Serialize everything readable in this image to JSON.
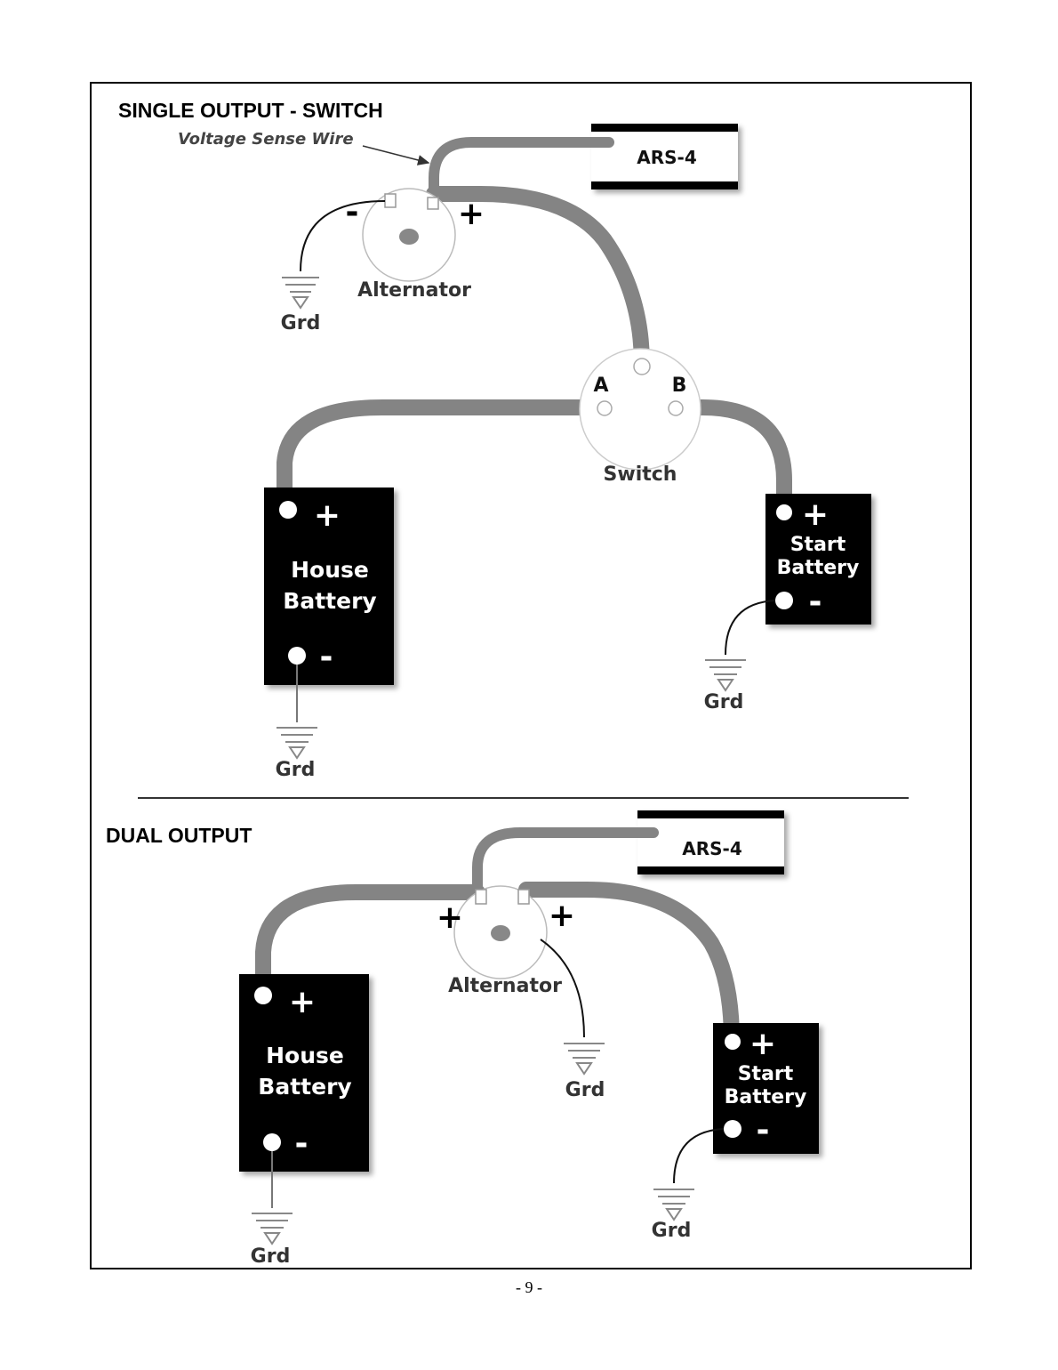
{
  "page_number": "- 9 -",
  "single": {
    "title": "SINGLE OUTPUT - SWITCH",
    "sense_wire_label": "Voltage Sense Wire",
    "regulator_label": "ARS-4",
    "alternator_label": "Alternator",
    "alt_neg": "-",
    "alt_pos": "+",
    "switch_label": "Switch",
    "switch_a": "A",
    "switch_b": "B",
    "house": {
      "line1": "House",
      "line2": "Battery",
      "pos": "+",
      "neg": "-"
    },
    "start": {
      "line1": "Start",
      "line2": "Battery",
      "pos": "+",
      "neg": "-"
    },
    "grd": "Grd"
  },
  "dual": {
    "title": "DUAL OUTPUT",
    "regulator_label": "ARS-4",
    "alternator_label": "Alternator",
    "alt_pos_left": "+",
    "alt_pos_right": "+",
    "house": {
      "line1": "House",
      "line2": "Battery",
      "pos": "+",
      "neg": "-"
    },
    "start": {
      "line1": "Start",
      "line2": "Battery",
      "pos": "+",
      "neg": "-"
    },
    "grd": "Grd"
  },
  "colors": {
    "cable": "#848484",
    "battery": "#000000",
    "component_fill": "#ffffff"
  },
  "icons": [
    "ground-symbol-icon",
    "arrow-icon"
  ]
}
